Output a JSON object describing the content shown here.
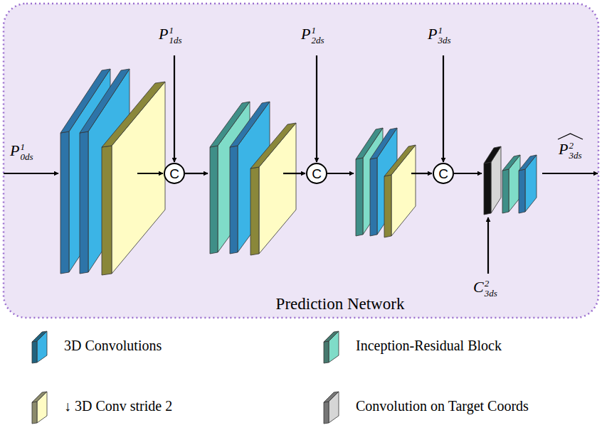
{
  "diagram": {
    "nodes": [
      {
        "text": [
          "Prediction Network"
        ]
      },
      {
        "text": [
          "C"
        ],
        "in": 0
      },
      {
        "text": [
          "C"
        ],
        "in": 0
      },
      {
        "text": [
          "C"
        ],
        "in": 0
      }
    ],
    "labels": [
      "P",
      "1",
      "0ds",
      "P",
      "1",
      "1ds",
      "P",
      "1",
      "2ds",
      "P",
      "1",
      "3ds",
      "P",
      "2",
      "3ds",
      "C",
      "2",
      "3ds"
    ],
    "legend": [
      {
        "text": "3D Convolutions",
        "color": "#3bb4e6"
      },
      {
        "text": "Inception-Residual Block",
        "color": "#7fdcc8"
      },
      {
        "text": "↓ 3D Conv stride 2",
        "color": "#fffcc4"
      },
      {
        "text": "Convolution on Target Coords",
        "color": "#d6d6d6"
      }
    ]
  }
}
